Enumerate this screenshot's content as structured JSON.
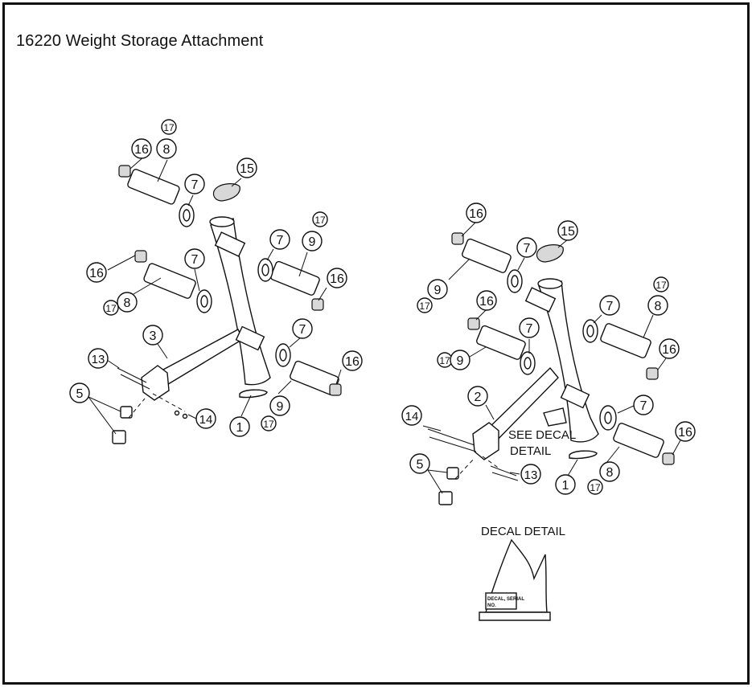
{
  "title": "16220 Weight Storage Attachment",
  "diagram": {
    "balloons": {
      "b17": "17",
      "b16": "16",
      "b15": "15",
      "b14": "14",
      "b13": "13",
      "b9": "9",
      "b8": "8",
      "b7": "7",
      "b5": "5",
      "b3": "3",
      "b2": "2",
      "b1": "1"
    },
    "see_decal_line1": "SEE DECAL",
    "see_decal_line2": "DETAIL",
    "decal_detail_title": "DECAL DETAIL",
    "decal_label_line1": "DECAL, SERIAL",
    "decal_label_line2": "NO."
  }
}
